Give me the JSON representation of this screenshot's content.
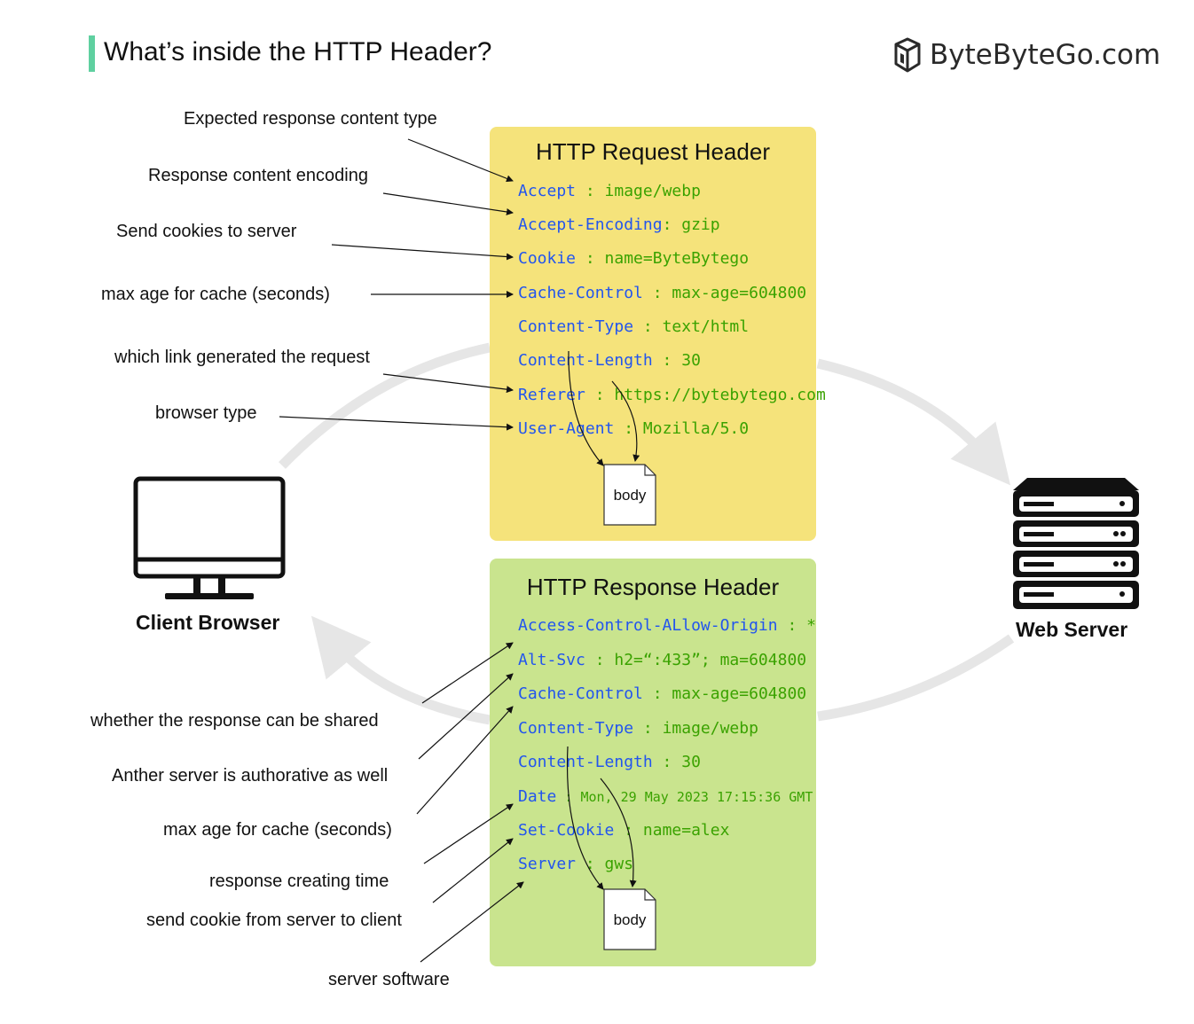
{
  "title": "What’s inside the HTTP Header?",
  "brand": "ByteByteGo.com",
  "request": {
    "title": "HTTP Request Header",
    "rows": [
      {
        "key": "Accept",
        "sep": " : ",
        "value": "image/webp"
      },
      {
        "key": "Accept-Encoding",
        "sep": ": ",
        "value": "gzip"
      },
      {
        "key": "Cookie",
        "sep": "  : ",
        "value": "name=ByteBytego"
      },
      {
        "key": "Cache-Control",
        "sep": "  : ",
        "value": "max-age=604800"
      },
      {
        "key": "Content-Type",
        "sep": "  : ",
        "value": "text/html"
      },
      {
        "key": "Content-Length",
        "sep": "  : ",
        "value": "30"
      },
      {
        "key": "Referer",
        "sep": "  : ",
        "value": "https://bytebytego.com"
      },
      {
        "key": "User-Agent",
        "sep": "  : ",
        "value": "Mozilla/5.0"
      }
    ],
    "body_label": "body"
  },
  "response": {
    "title": "HTTP Response Header",
    "rows": [
      {
        "key": "Access-Control-ALlow-Origin",
        "sep": " : ",
        "value": "*"
      },
      {
        "key": "Alt-Svc",
        "sep": "  : ",
        "value": "h2=“:433”; ma=604800"
      },
      {
        "key": "Cache-Control",
        "sep": "  : ",
        "value": "max-age=604800"
      },
      {
        "key": "Content-Type",
        "sep": "  : ",
        "value": "image/webp"
      },
      {
        "key": "Content-Length",
        "sep": "  : ",
        "value": "30"
      },
      {
        "key": "Date",
        "sep": "  : ",
        "value": "Mon, 29 May 2023 17:15:36 GMT"
      },
      {
        "key": "Set-Cookie",
        "sep": "  : ",
        "value": "name=alex"
      },
      {
        "key": "Server",
        "sep": "  : ",
        "value": "gws"
      }
    ],
    "body_label": "body"
  },
  "request_annotations": [
    "Expected response content type",
    "Response content encoding",
    "Send cookies to server",
    "max age for cache (seconds)",
    "which link generated the request",
    "browser type"
  ],
  "response_annotations": [
    "whether the response can be shared",
    "Anther server is authorative as well",
    "max age for cache (seconds)",
    "response creating time",
    "send cookie from server to client",
    "server software"
  ],
  "client_label": "Client Browser",
  "server_label": "Web Server",
  "colors": {
    "accent": "#5fd0a0",
    "request_panel": "#f5e37b",
    "response_panel": "#c9e48e",
    "header_key": "#2255ee",
    "header_value": "#3aa200",
    "flow_arrow": "#e6e6e6"
  }
}
